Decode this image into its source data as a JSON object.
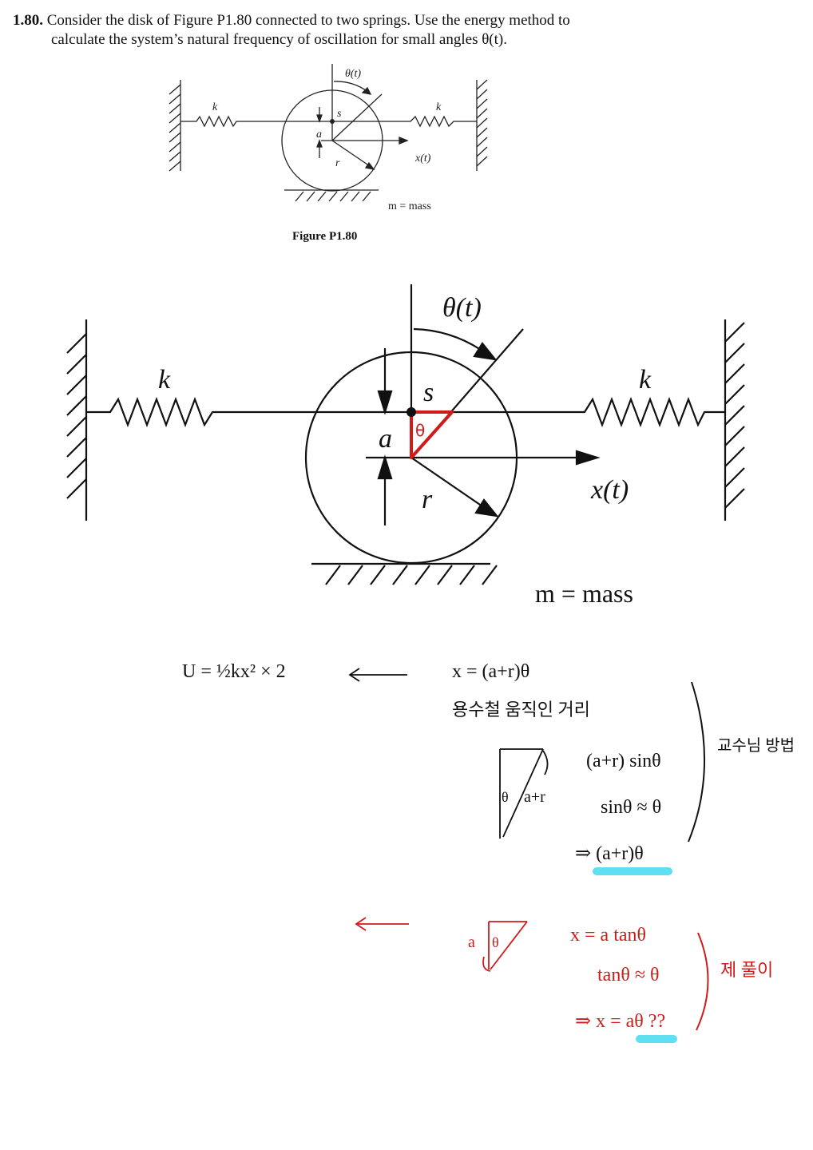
{
  "problem": {
    "number": "1.80.",
    "line1": "Consider the disk of Figure P1.80 connected to two springs. Use the energy method to",
    "line2": "calculate the system’s natural frequency of oscillation for small angles θ(t)."
  },
  "figure": {
    "caption": "Figure P1.80",
    "theta_label": "θ(t)",
    "k_label": "k",
    "s_label": "s",
    "a_label": "a",
    "r_label": "r",
    "x_label": "x(t)",
    "mass_label": "m = mass",
    "triangle_theta": "θ"
  },
  "notes": {
    "energy_eq": "U = ½kx² × 2",
    "prof_eq": "x = (a+r)θ",
    "prof_note": "용수철 움직인 거리",
    "tri_theta": "θ",
    "tri_side": "a+r",
    "sin_line": "(a+r) sinθ",
    "approx_sin": "sinθ ≈ θ",
    "result_prof": "⇒ (a+r)θ",
    "prof_tag": "교수님 방법",
    "my_a": "a",
    "my_theta": "θ",
    "my_eq": "x = a tanθ",
    "approx_tan": "tanθ ≈ θ",
    "result_mine": "⇒ x = aθ ??",
    "my_tag": "제 풀이"
  },
  "colors": {
    "ink": "#111111",
    "red_ink": "#d11a1a",
    "highlight": "#5ee0f2"
  }
}
